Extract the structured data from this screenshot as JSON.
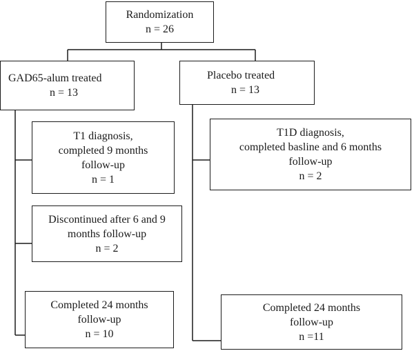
{
  "boxes": {
    "randomization": [
      "Randomization",
      "n = 26"
    ],
    "gad65": [
      "GAD65-alum treated",
      "n = 13"
    ],
    "placebo": [
      "Placebo treated",
      "n = 13"
    ],
    "gad_t1": [
      "T1 diagnosis,",
      "completed 9 months",
      "follow-up",
      "n = 1"
    ],
    "gad_disc": [
      "Discontinued after 6 and 9",
      "months follow-up",
      "n = 2"
    ],
    "gad_comp": [
      "Completed 24 months",
      "follow-up",
      "n = 10"
    ],
    "pla_t1d": [
      "T1D diagnosis,",
      "completed basline and 6 months",
      "follow-up",
      "n = 2"
    ],
    "pla_comp": [
      "Completed 24 months",
      "follow-up",
      "n =11"
    ]
  }
}
